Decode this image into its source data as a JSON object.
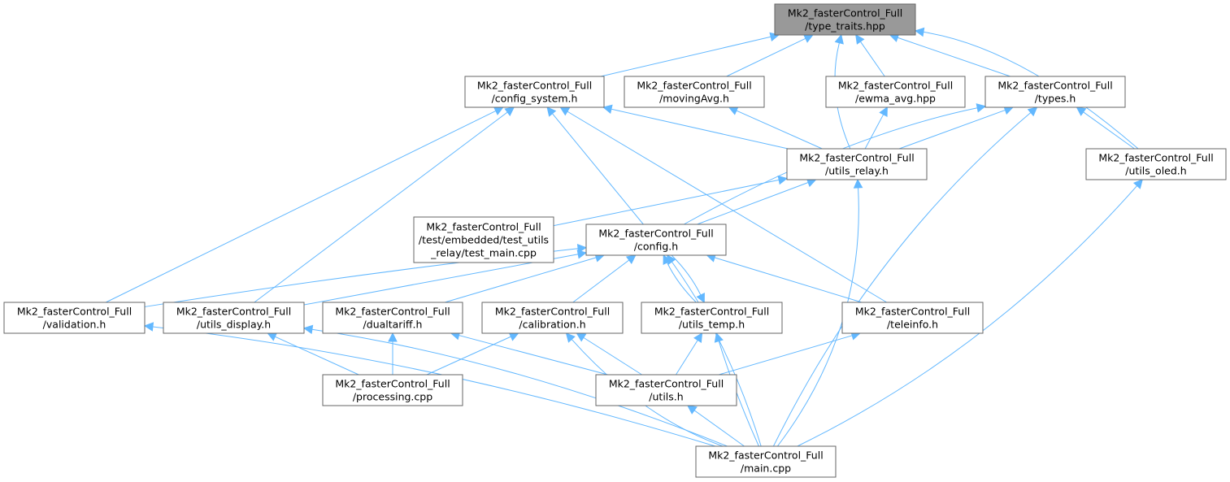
{
  "nodes": [
    {
      "id": "type_traits",
      "lines": [
        "Mk2_fasterControl_Full",
        "/type_traits.hpp"
      ],
      "highlight": true
    },
    {
      "id": "config_system",
      "lines": [
        "Mk2_fasterControl_Full",
        "/config_system.h"
      ]
    },
    {
      "id": "movingAvg",
      "lines": [
        "Mk2_fasterControl_Full",
        "/movingAvg.h"
      ]
    },
    {
      "id": "ewma_avg",
      "lines": [
        "Mk2_fasterControl_Full",
        "/ewma_avg.hpp"
      ]
    },
    {
      "id": "types",
      "lines": [
        "Mk2_fasterControl_Full",
        "/types.h"
      ]
    },
    {
      "id": "utils_relay",
      "lines": [
        "Mk2_fasterControl_Full",
        "/utils_relay.h"
      ]
    },
    {
      "id": "utils_oled",
      "lines": [
        "Mk2_fasterControl_Full",
        "/utils_oled.h"
      ]
    },
    {
      "id": "test_main",
      "lines": [
        "Mk2_fasterControl_Full",
        "/test/embedded/test_utils",
        "_relay/test_main.cpp"
      ]
    },
    {
      "id": "config",
      "lines": [
        "Mk2_fasterControl_Full",
        "/config.h"
      ]
    },
    {
      "id": "validation",
      "lines": [
        "Mk2_fasterControl_Full",
        "/validation.h"
      ]
    },
    {
      "id": "utils_display",
      "lines": [
        "Mk2_fasterControl_Full",
        "/utils_display.h"
      ]
    },
    {
      "id": "dualtariff",
      "lines": [
        "Mk2_fasterControl_Full",
        "/dualtariff.h"
      ]
    },
    {
      "id": "calibration",
      "lines": [
        "Mk2_fasterControl_Full",
        "/calibration.h"
      ]
    },
    {
      "id": "utils_temp",
      "lines": [
        "Mk2_fasterControl_Full",
        "/utils_temp.h"
      ]
    },
    {
      "id": "teleinfo",
      "lines": [
        "Mk2_fasterControl_Full",
        "/teleinfo.h"
      ]
    },
    {
      "id": "processing",
      "lines": [
        "Mk2_fasterControl_Full",
        "/processing.cpp"
      ]
    },
    {
      "id": "utils",
      "lines": [
        "Mk2_fasterControl_Full",
        "/utils.h"
      ]
    },
    {
      "id": "main",
      "lines": [
        "Mk2_fasterControl_Full",
        "/main.cpp"
      ]
    }
  ],
  "edges": [
    {
      "from": "config_system",
      "to": "type_traits"
    },
    {
      "from": "movingAvg",
      "to": "type_traits"
    },
    {
      "from": "utils_relay",
      "to": "type_traits"
    },
    {
      "from": "ewma_avg",
      "to": "type_traits"
    },
    {
      "from": "types",
      "to": "type_traits"
    },
    {
      "from": "utils_oled",
      "to": "type_traits"
    },
    {
      "from": "validation",
      "to": "config_system"
    },
    {
      "from": "utils_display",
      "to": "config_system"
    },
    {
      "from": "config",
      "to": "config_system"
    },
    {
      "from": "teleinfo",
      "to": "config_system"
    },
    {
      "from": "utils_relay",
      "to": "config_system"
    },
    {
      "from": "utils_relay",
      "to": "movingAvg"
    },
    {
      "from": "utils_relay",
      "to": "ewma_avg"
    },
    {
      "from": "utils_relay",
      "to": "types"
    },
    {
      "from": "config",
      "to": "types"
    },
    {
      "from": "utils_oled",
      "to": "types"
    },
    {
      "from": "main",
      "to": "types"
    },
    {
      "from": "test_main",
      "to": "utils_relay"
    },
    {
      "from": "config",
      "to": "utils_relay"
    },
    {
      "from": "main",
      "to": "utils_relay"
    },
    {
      "from": "main",
      "to": "utils_oled"
    },
    {
      "from": "validation",
      "to": "config"
    },
    {
      "from": "utils_display",
      "to": "config"
    },
    {
      "from": "dualtariff",
      "to": "config"
    },
    {
      "from": "calibration",
      "to": "config"
    },
    {
      "from": "utils_temp",
      "to": "config"
    },
    {
      "from": "teleinfo",
      "to": "config"
    },
    {
      "from": "main",
      "to": "config"
    },
    {
      "from": "config",
      "to": "utils_temp"
    },
    {
      "from": "main",
      "to": "validation"
    },
    {
      "from": "processing",
      "to": "utils_display"
    },
    {
      "from": "main",
      "to": "utils_display"
    },
    {
      "from": "processing",
      "to": "dualtariff"
    },
    {
      "from": "utils",
      "to": "dualtariff"
    },
    {
      "from": "processing",
      "to": "calibration"
    },
    {
      "from": "utils",
      "to": "calibration"
    },
    {
      "from": "main",
      "to": "calibration"
    },
    {
      "from": "utils",
      "to": "utils_temp"
    },
    {
      "from": "main",
      "to": "utils_temp"
    },
    {
      "from": "utils",
      "to": "teleinfo"
    },
    {
      "from": "main",
      "to": "utils"
    }
  ]
}
